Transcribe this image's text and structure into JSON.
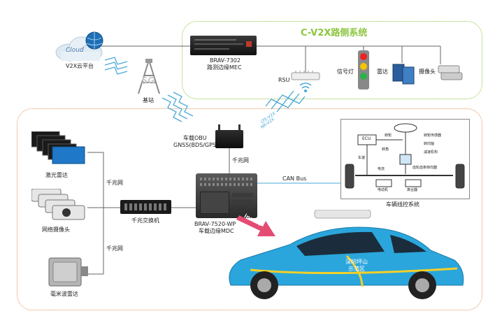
{
  "roadside_title": "C-V2X路侧系统",
  "cloud": {
    "icon_text": "Cloud",
    "label": "V2X云平台"
  },
  "base_station": {
    "icon_text": "5G",
    "label": "基站"
  },
  "mec": {
    "model": "BRAV-7302",
    "name": "路测边缘MEC"
  },
  "rsu": {
    "label": "RSU"
  },
  "traffic_light": {
    "label": "信号灯"
  },
  "radar": {
    "label": "雷达"
  },
  "camera": {
    "label": "摄像头"
  },
  "obu": {
    "line1": "车载OBU",
    "line2": "GNSS(BDS/GPS)"
  },
  "v2x_link": {
    "line1": "LTE-V2X",
    "line2": "NR-V2X"
  },
  "mdc": {
    "model": "BRAV-7520-WP",
    "name": "车载边缘MDC"
  },
  "switch": {
    "label": "千兆交换机"
  },
  "links": {
    "gigabit": "千兆网",
    "can": "CAN Bus"
  },
  "lidar": {
    "label": "激光雷达"
  },
  "net_camera": {
    "label": "网络摄像头"
  },
  "mmwave": {
    "label": "毫米波雷达"
  },
  "inside_tag": "inside",
  "car": {
    "line1": "深圳坪山",
    "line2": "示范区"
  },
  "steer": {
    "title": "车辆线控系统",
    "ecu": "ECU",
    "labels": [
      "转矩传感器",
      "转向轴",
      "减速机构",
      "齿轮齿条转向器",
      "转矩",
      "转角",
      "车速",
      "电流",
      "电动机",
      "离合器"
    ]
  },
  "colors": {
    "roadside_border": "#8cc63f",
    "vehicle_border": "#e8935a",
    "title_green": "#8cc63f",
    "car_blue": "#2aa6dc",
    "link_blue": "#4aa8d8"
  }
}
